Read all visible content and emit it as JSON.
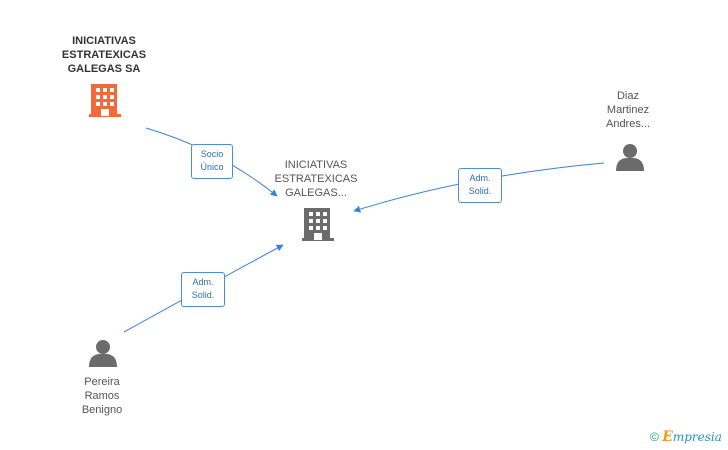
{
  "nodes": {
    "parent_company": {
      "lines": [
        "INICIATIVAS",
        "ESTRATEXICAS",
        "GALEGAS SA"
      ],
      "icon": "building-icon",
      "color": "#f26a3a"
    },
    "center_company": {
      "lines": [
        "INICIATIVAS",
        "ESTRATEXICAS",
        "GALEGAS..."
      ],
      "icon": "building-icon",
      "color": "#6b6b6b"
    },
    "person_diaz": {
      "lines": [
        "Diaz",
        "Martinez",
        "Andres..."
      ],
      "icon": "person-icon",
      "color": "#6b6b6b"
    },
    "person_pereira": {
      "lines": [
        "Pereira",
        "Ramos",
        "Benigno"
      ],
      "icon": "person-icon",
      "color": "#6b6b6b"
    }
  },
  "edges": {
    "socio_unico": {
      "lines": [
        "Socio",
        "Único"
      ]
    },
    "adm_solid_right": {
      "lines": [
        "Adm.",
        "Solid."
      ]
    },
    "adm_solid_left": {
      "lines": [
        "Adm.",
        "Solid."
      ]
    }
  },
  "colors": {
    "edge": "#3b82d6",
    "label_border": "#4a8fd6"
  },
  "watermark": {
    "copyright": "©",
    "e_letter": "E",
    "brand": "mpresia"
  }
}
